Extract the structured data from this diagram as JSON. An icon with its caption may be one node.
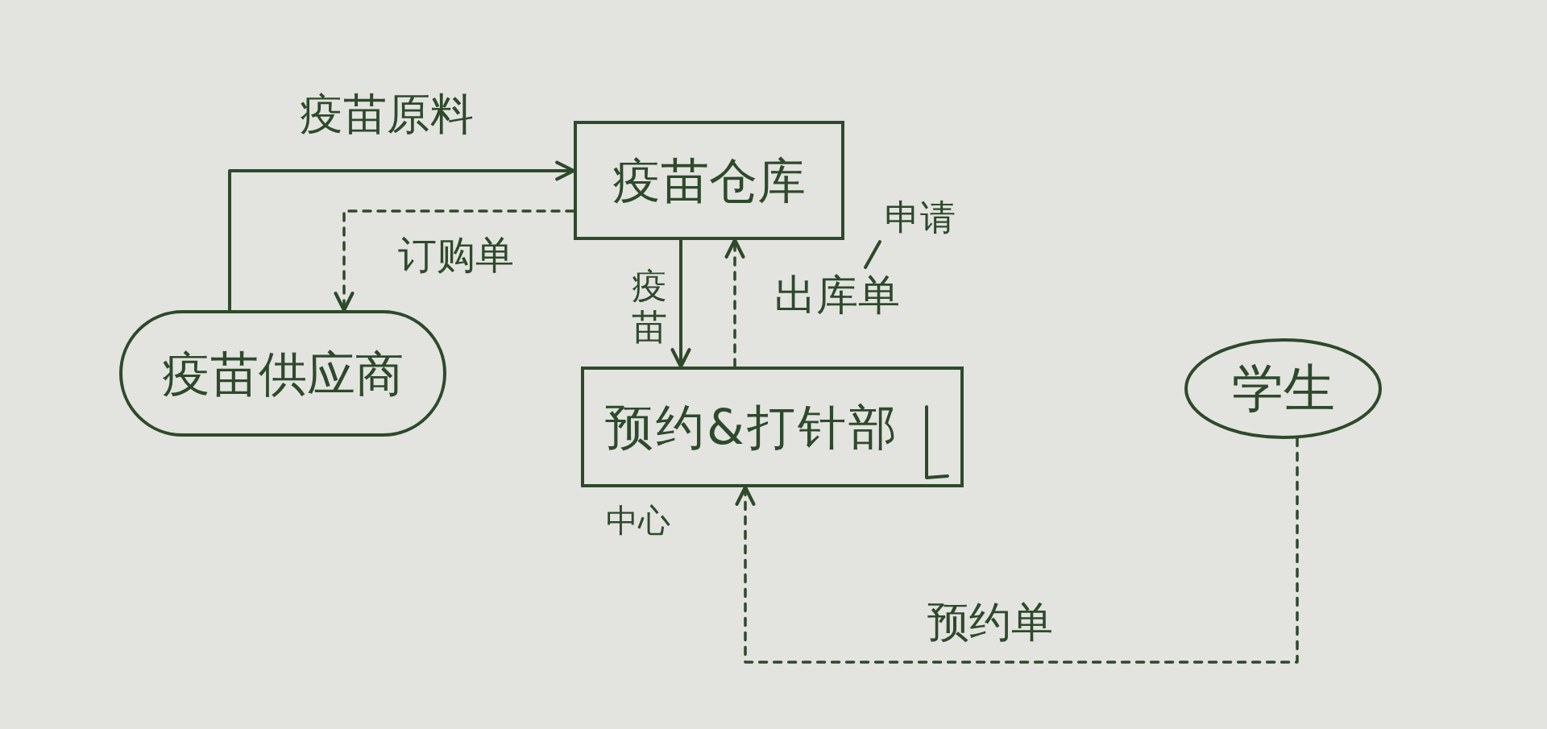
{
  "diagram": {
    "nodes": [
      {
        "text": [
          "疫苗仓库"
        ]
      },
      {
        "text": [
          "疫苗供应商"
        ]
      },
      {
        "text": [
          "预约&打针部"
        ],
        "beside": [
          "中心"
        ]
      },
      {
        "text": [
          "学生"
        ]
      }
    ],
    "edges": [
      {
        "from": 1,
        "to": 0,
        "arrow": "to",
        "label": "疫苗原料"
      },
      {
        "from": 0,
        "to": 1,
        "arrow": "to",
        "label": "订购单",
        "style": "dashed"
      },
      {
        "from": 0,
        "to": 2,
        "arrow": "to",
        "label": "疫苗"
      },
      {
        "from": 2,
        "to": 0,
        "arrow": "to",
        "label": "出库单",
        "style": "dashed"
      },
      {
        "from": 3,
        "to": 2,
        "arrow": "to",
        "label": "预约单",
        "style": "dashed"
      }
    ],
    "labels": [
      "申请"
    ]
  }
}
